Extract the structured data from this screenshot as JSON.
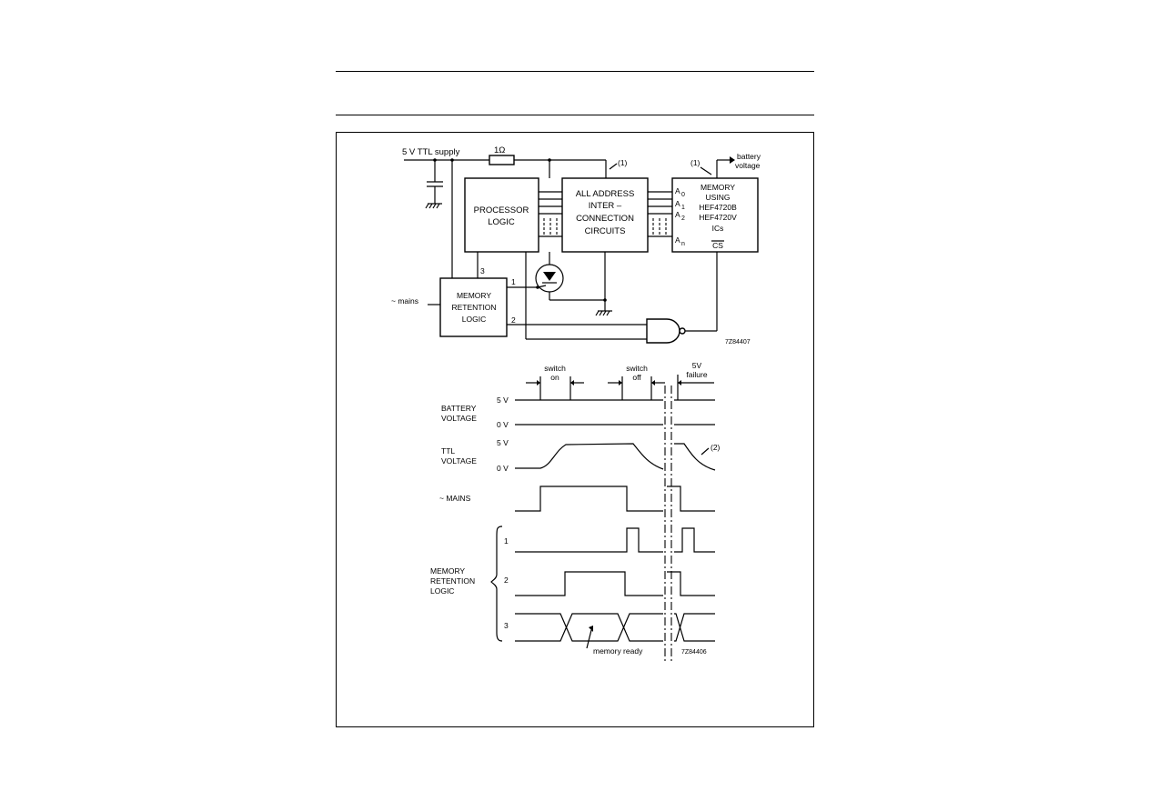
{
  "circuit": {
    "supply_label": "5 V TTL supply",
    "resistor_label": "1Ω",
    "note_interconnect": "(1)",
    "note_memory": "(1)",
    "battery_label_line1": "battery",
    "battery_label_line2": "voltage",
    "processor_line1": "PROCESSOR",
    "processor_line2": "LOGIC",
    "interconnect_line1": "ALL ADDRESS",
    "interconnect_line2": "INTER –",
    "interconnect_line3": "CONNECTION",
    "interconnect_line4": "CIRCUITS",
    "memory_line1": "MEMORY",
    "memory_line2": "USING",
    "memory_line3": "HEF4720B",
    "memory_line4": "HEF4720V",
    "memory_line5": "ICs",
    "memory_cs": "CS",
    "addr_pins": [
      "A",
      "A",
      "A",
      "A"
    ],
    "addr_subs": [
      "0",
      "1",
      "2",
      "n"
    ],
    "retention_line1": "MEMORY",
    "retention_line2": "RETENTION",
    "retention_line3": "LOGIC",
    "mains_label": "~ mains",
    "pin1": "1",
    "pin2": "2",
    "pin3": "3",
    "figure_code": "7Z84407",
    "icons": [
      "diode-icon",
      "transistor-icon",
      "nand-gate-icon",
      "ground-icon",
      "capacitor-icon",
      "resistor-icon"
    ]
  },
  "timing": {
    "switch_on_line1": "switch",
    "switch_on_line2": "on",
    "switch_off_line1": "switch",
    "switch_off_line2": "off",
    "failure_line1": "5V",
    "failure_line2": "failure",
    "battery_line1": "BATTERY",
    "battery_line2": "VOLTAGE",
    "ttl_line1": "TTL",
    "ttl_line2": "VOLTAGE",
    "mains": "~ MAINS",
    "retention_line1": "MEMORY",
    "retention_line2": "RETENTION",
    "retention_line3": "LOGIC",
    "v5_a": "5 V",
    "v0_a": "0 V",
    "v5_b": "5 V",
    "v0_b": "0 V",
    "note2": "(2)",
    "sig1": "1",
    "sig2": "2",
    "sig3": "3",
    "memory_ready": "memory ready",
    "figure_code": "7Z84406"
  }
}
